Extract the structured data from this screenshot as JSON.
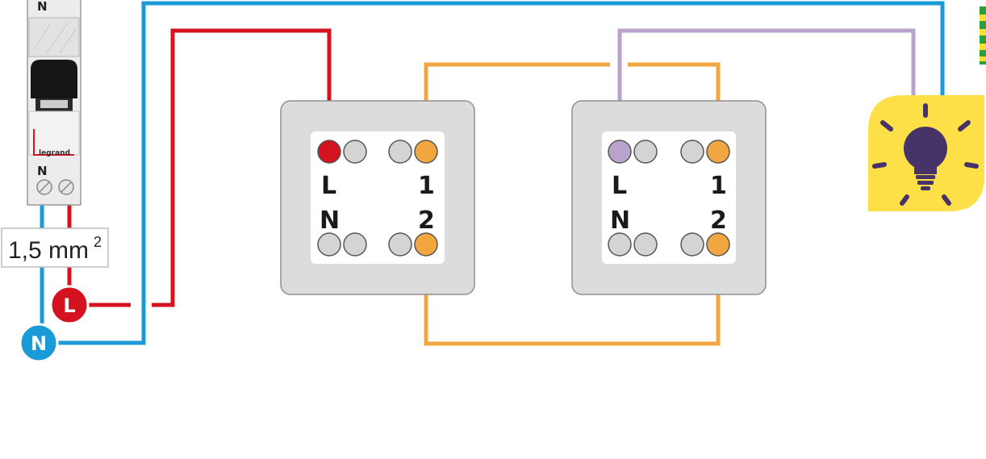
{
  "colors": {
    "neutral": "#1a9ad6",
    "live": "#d5121f",
    "traveler": "#f2a640",
    "lamp_wire": "#b9a3cd",
    "switch_plate": "#dcdcdc",
    "terminal": "#d4d4d4",
    "lamp_bg": "#fde047",
    "lamp_bulb": "#463469"
  },
  "breaker": {
    "top_label": "N",
    "bottom_label": "N",
    "brand": "legrand"
  },
  "cable_section": {
    "value": "1,5 mm",
    "superscript": "2"
  },
  "supply_badges": {
    "live": "L",
    "neutral": "N"
  },
  "switch_1": {
    "label_L": "L",
    "label_N": "N",
    "label_1": "1",
    "label_2": "2"
  },
  "switch_2": {
    "label_L": "L",
    "label_N": "N",
    "label_1": "1",
    "label_2": "2"
  },
  "lamp": {
    "icon": "light-bulb-icon"
  }
}
